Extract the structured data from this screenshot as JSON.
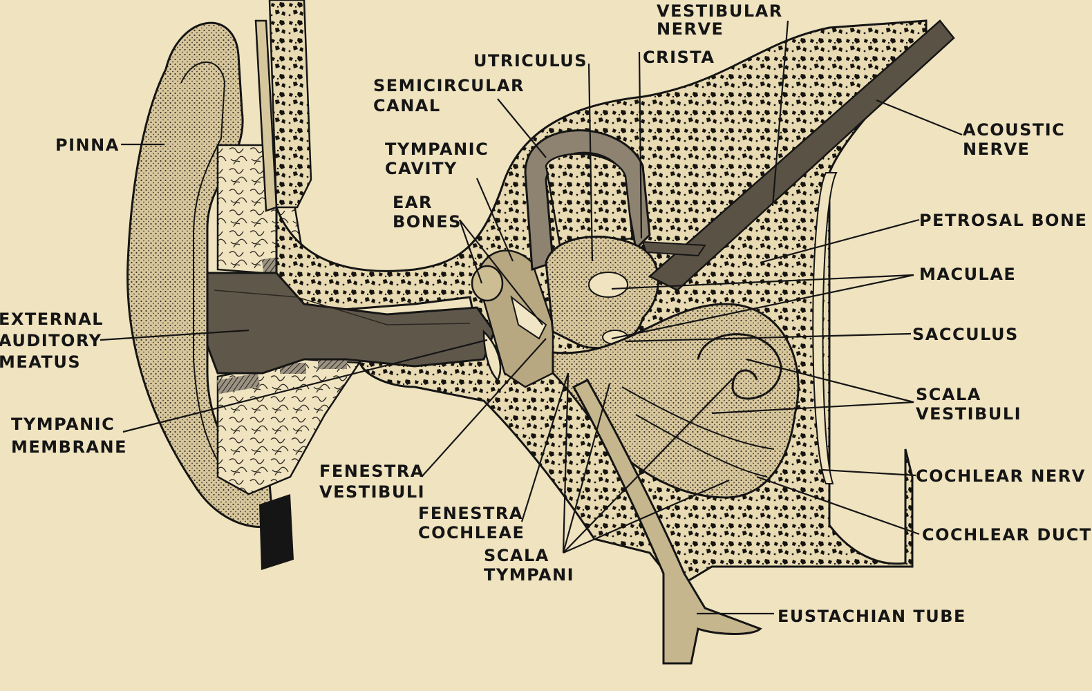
{
  "colors": {
    "paper": "#efe3c0",
    "ink": "#151515",
    "bone_fill": "#e4d5ac",
    "canal_fill": "#6a6152",
    "tissue_fill": "#c9b994"
  },
  "labels": {
    "pinna": "PINNA",
    "external_auditory_meatus": [
      "EXTERNAL",
      "AUDITORY",
      "MEATUS"
    ],
    "tympanic_membrane": [
      "TYMPANIC",
      "MEMBRANE"
    ],
    "fenestra_vestibuli": [
      "FENESTRA",
      "VESTIBULI"
    ],
    "fenestra_cochleae": [
      "FENESTRA",
      "COCHLEAE"
    ],
    "scala_tympani": [
      "SCALA",
      "TYMPANI"
    ],
    "eustachian_tube": "EUSTACHIAN TUBE",
    "semicircular_canal": [
      "SEMICIRCULAR",
      "CANAL"
    ],
    "utriculus": "UTRICULUS",
    "tympanic_cavity": [
      "TYMPANIC",
      "CAVITY"
    ],
    "ear_bones": [
      "EAR",
      "BONES"
    ],
    "vestibular_nerve": [
      "VESTIBULAR",
      "NERVE"
    ],
    "crista": "CRISTA",
    "acoustic_nerve": [
      "ACOUSTIC",
      "NERVE"
    ],
    "petrosal_bone": "PETROSAL BONE",
    "maculae": "MACULAE",
    "sacculus": "SACCULUS",
    "scala_vestibuli": [
      "SCALA",
      "VESTIBULI"
    ],
    "cochlear_nerve": "COCHLEAR NERV",
    "cochlear_duct": "COCHLEAR DUCT"
  }
}
